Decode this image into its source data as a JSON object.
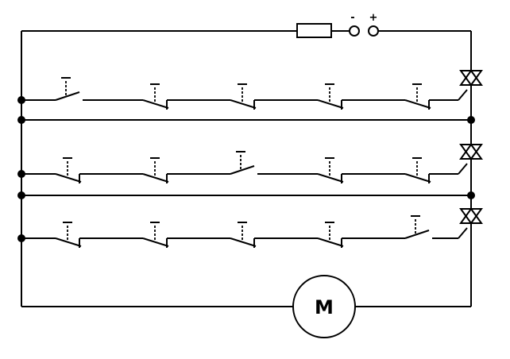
{
  "supply": {
    "minus_label": "-",
    "plus_label": "+"
  },
  "motor": {
    "label": "M"
  },
  "rows": [
    {
      "switches": [
        "no",
        "nc",
        "nc",
        "nc",
        "nc"
      ]
    },
    {
      "switches": [
        "nc",
        "nc",
        "no",
        "nc",
        "nc"
      ]
    },
    {
      "switches": [
        "nc",
        "nc",
        "nc",
        "nc",
        "no"
      ]
    }
  ]
}
